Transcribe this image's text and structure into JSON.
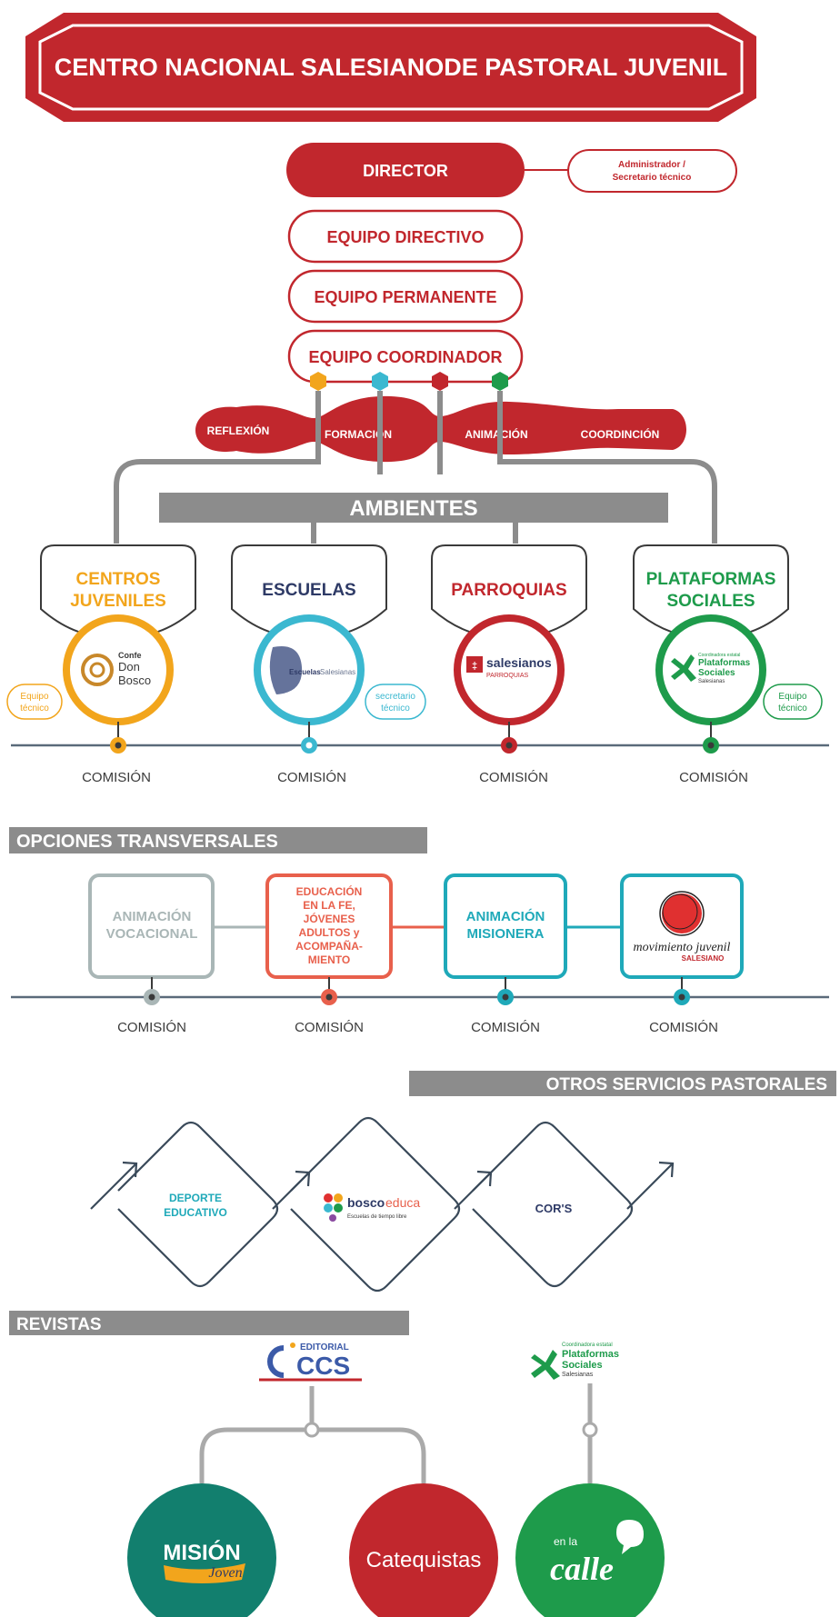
{
  "banner": {
    "title": "CENTRO NACIONAL SALESIANODE PASTORAL JUVENIL"
  },
  "leadership": {
    "director": "DIRECTOR",
    "admin_line1": "Administrador /",
    "admin_line2": "Secretario técnico",
    "equipo_directivo": "EQUIPO DIRECTIVO",
    "equipo_permanente": "EQUIPO PERMANENTE",
    "equipo_coordinador": "EQUIPO COORDINADOR"
  },
  "functions": [
    "REFLEXIÓN",
    "FORMACIÓN",
    "ANIMACIÓN",
    "COORDINCIÓN"
  ],
  "ambientes": {
    "header": "AMBIENTES",
    "items": [
      {
        "label_line1": "CENTROS",
        "label_line2": "JUVENILES",
        "logo_line1": "Confe",
        "logo_line2": "Don",
        "logo_line3": "Bosco",
        "side_line1": "Equipo",
        "side_line2": "técnico",
        "commission": "COMISIÓN",
        "color": "#F2A51C"
      },
      {
        "label_line1": "ESCUELAS",
        "label_line2": "",
        "logo_line1": "Escuelas",
        "logo_line2": "Salesianas",
        "side_line1": "secretario",
        "side_line2": "técnico",
        "commission": "COMISIÓN",
        "color": "#3BB8D0"
      },
      {
        "label_line1": "PARROQUIAS",
        "label_line2": "",
        "logo_line1": "salesianos",
        "logo_line2": "PARROQUIAS",
        "commission": "COMISIÓN",
        "color": "#C1272D"
      },
      {
        "label_line1": "PLATAFORMAS",
        "label_line2": "SOCIALES",
        "logo_line1": "Coordinadora estatal",
        "logo_line2": "Plataformas",
        "logo_line3": "Sociales",
        "logo_line4": "Salesianas",
        "side_line1": "Equipo",
        "side_line2": "técnico",
        "commission": "COMISIÓN",
        "color": "#1E9B4B"
      }
    ]
  },
  "transversales": {
    "header": "OPCIONES TRANSVERSALES",
    "items": [
      {
        "lines": [
          "ANIMACIÓN",
          "VOCACIONAL"
        ],
        "commission": "COMISIÓN",
        "color": "#A9B6B6"
      },
      {
        "lines": [
          "EDUCACIÓN",
          "EN LA FE,",
          "JÓVENES",
          "ADULTOS y",
          "ACOMPAÑA-",
          "MIENTO"
        ],
        "commission": "COMISIÓN",
        "color": "#E8604C"
      },
      {
        "lines": [
          "ANIMACIÓN",
          "MISIONERA"
        ],
        "commission": "COMISIÓN",
        "color": "#1FA9B9"
      },
      {
        "logo_line1": "movimiento juvenil",
        "logo_line2": "SALESIANO",
        "commission": "COMISIÓN",
        "color": "#1FA9B9"
      }
    ]
  },
  "otros": {
    "header": "OTROS SERVICIOS PASTORALES",
    "deporte_line1": "DEPORTE",
    "deporte_line2": "EDUCATIVO",
    "bosco_a": "bosco",
    "bosco_b": "educa",
    "bosco_sub": "Escuelas de tiempo libre",
    "cors": "COR'S"
  },
  "revistas": {
    "header": "REVISTAS",
    "ccs_line1": "EDITORIAL",
    "ccs_line2": "CCS",
    "plat_line1": "Coordinadora estatal",
    "plat_line2": "Plataformas",
    "plat_line3": "Sociales",
    "plat_line4": "Salesianas",
    "mision_a": "MISIÓN",
    "mision_b": "Joven",
    "catequistas": "Catequistas",
    "calle_a": "en la",
    "calle_b": "calle"
  },
  "colors": {
    "red": "#C1272D",
    "gray": "#8C8C8C",
    "line": "#5A6A7A",
    "orange": "#F2A51C",
    "cyan": "#3BB8D0",
    "green": "#1E9B4B"
  }
}
